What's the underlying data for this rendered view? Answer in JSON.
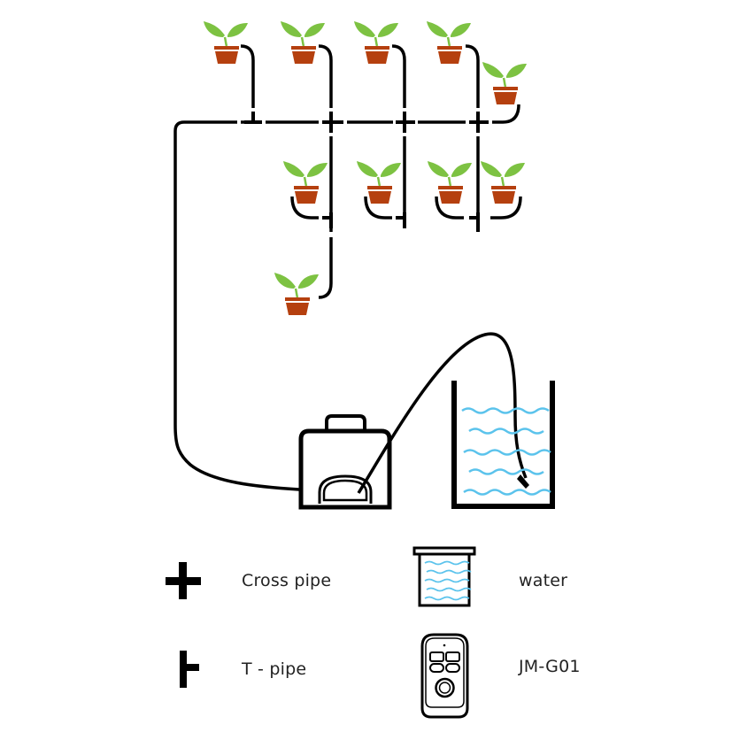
{
  "title": "Drip irrigation system layout",
  "colors": {
    "pipe": "#000000",
    "leaf": "#7dc242",
    "pot": "#b5400f",
    "water": "#5bc3ec",
    "text": "#222222"
  },
  "diagram": {
    "plant_count": 10,
    "components": [
      "plants",
      "main-pipe",
      "cross-pipes",
      "t-pipes",
      "pump",
      "water-container"
    ]
  },
  "legend": [
    {
      "icon": "cross-pipe-icon",
      "label": "Cross pipe"
    },
    {
      "icon": "water-container-icon",
      "label": "water"
    },
    {
      "icon": "t-pipe-icon",
      "label": "T - pipe"
    },
    {
      "icon": "pump-device-icon",
      "label": "JM-G01"
    }
  ]
}
